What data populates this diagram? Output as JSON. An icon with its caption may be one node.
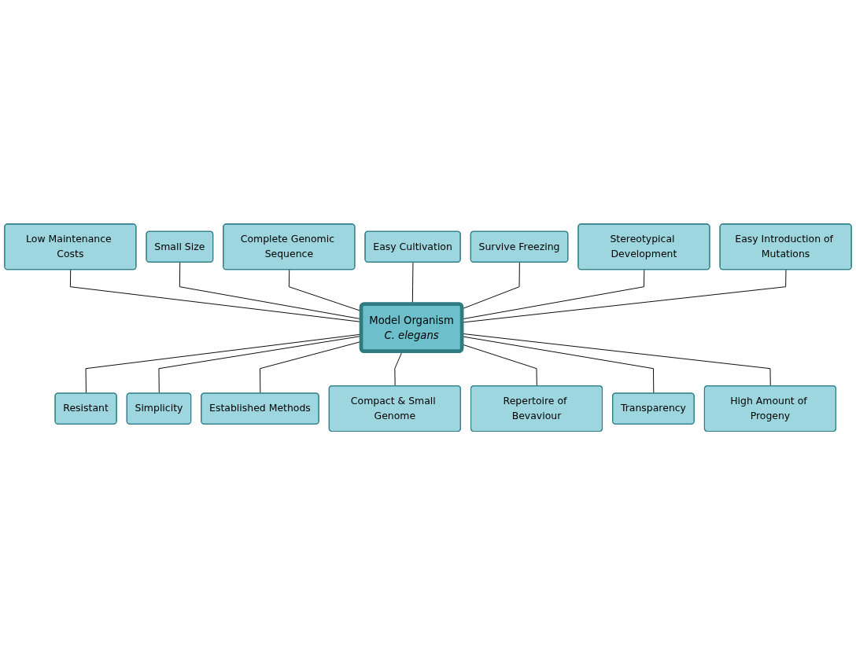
{
  "diagram": {
    "nodes": [
      {
        "text": [
          "Low Maintenance Costs"
        ]
      },
      {
        "text": [
          "Small Size"
        ]
      },
      {
        "text": [
          "Complete Genomic Sequence"
        ]
      },
      {
        "text": [
          "Easy Cultivation"
        ]
      },
      {
        "text": [
          "Survive Freezing"
        ]
      },
      {
        "text": [
          "Stereotypical Development"
        ]
      },
      {
        "text": [
          "Easy Introduction of Mutations"
        ]
      },
      {
        "text": [
          "Model Organism",
          "C. elegans"
        ]
      },
      {
        "text": [
          "Resistant"
        ]
      },
      {
        "text": [
          "Simplicity"
        ]
      },
      {
        "text": [
          "Established Methods"
        ]
      },
      {
        "text": [
          "Compact & Small Genome"
        ]
      },
      {
        "text": [
          "Repertoire of Bevaviour"
        ]
      },
      {
        "text": [
          "Transparency"
        ]
      },
      {
        "text": [
          "High Amount of Progeny"
        ]
      }
    ],
    "edges": [
      {
        "from": 0,
        "to": 7,
        "arrow": "none"
      },
      {
        "from": 1,
        "to": 7,
        "arrow": "none"
      },
      {
        "from": 2,
        "to": 7,
        "arrow": "none"
      },
      {
        "from": 3,
        "to": 7,
        "arrow": "none"
      },
      {
        "from": 4,
        "to": 7,
        "arrow": "none"
      },
      {
        "from": 5,
        "to": 7,
        "arrow": "none"
      },
      {
        "from": 6,
        "to": 7,
        "arrow": "none"
      },
      {
        "from": 7,
        "to": 8,
        "arrow": "none"
      },
      {
        "from": 7,
        "to": 9,
        "arrow": "none"
      },
      {
        "from": 7,
        "to": 10,
        "arrow": "none"
      },
      {
        "from": 7,
        "to": 11,
        "arrow": "none"
      },
      {
        "from": 7,
        "to": 12,
        "arrow": "none"
      },
      {
        "from": 7,
        "to": 13,
        "arrow": "none"
      },
      {
        "from": 7,
        "to": 14,
        "arrow": "none"
      }
    ]
  }
}
